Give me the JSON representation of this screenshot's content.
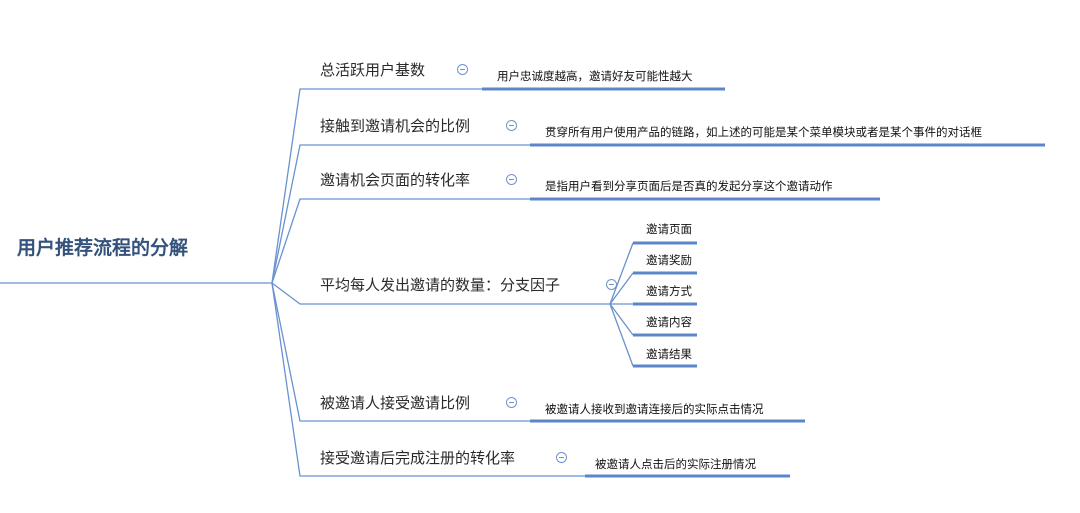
{
  "root": {
    "label": "用户推荐流程的分解"
  },
  "branches": [
    {
      "label": "总活跃用户基数",
      "note": "用户忠诚度越高，邀请好友可能性越大"
    },
    {
      "label": "接触到邀请机会的比例",
      "note": "贯穿所有用户使用产品的链路，如上述的可能是某个菜单模块或者是某个事件的对话框"
    },
    {
      "label": "邀请机会页面的转化率",
      "note": "是指用户看到分享页面后是否真的发起分享这个邀请动作"
    },
    {
      "label": "平均每人发出邀请的数量：分支因子",
      "children": [
        "邀请页面",
        "邀请奖励",
        "邀请方式",
        "邀请内容",
        "邀请结果"
      ]
    },
    {
      "label": "被邀请人接受邀请比例",
      "note": "被邀请人接收到邀请连接后的实际点击情况"
    },
    {
      "label": "接受邀请后完成注册的转化率",
      "note": "被邀请人点击后的实际注册情况"
    }
  ],
  "colors": {
    "line": "#5b86c9",
    "root_text": "#34527c"
  }
}
